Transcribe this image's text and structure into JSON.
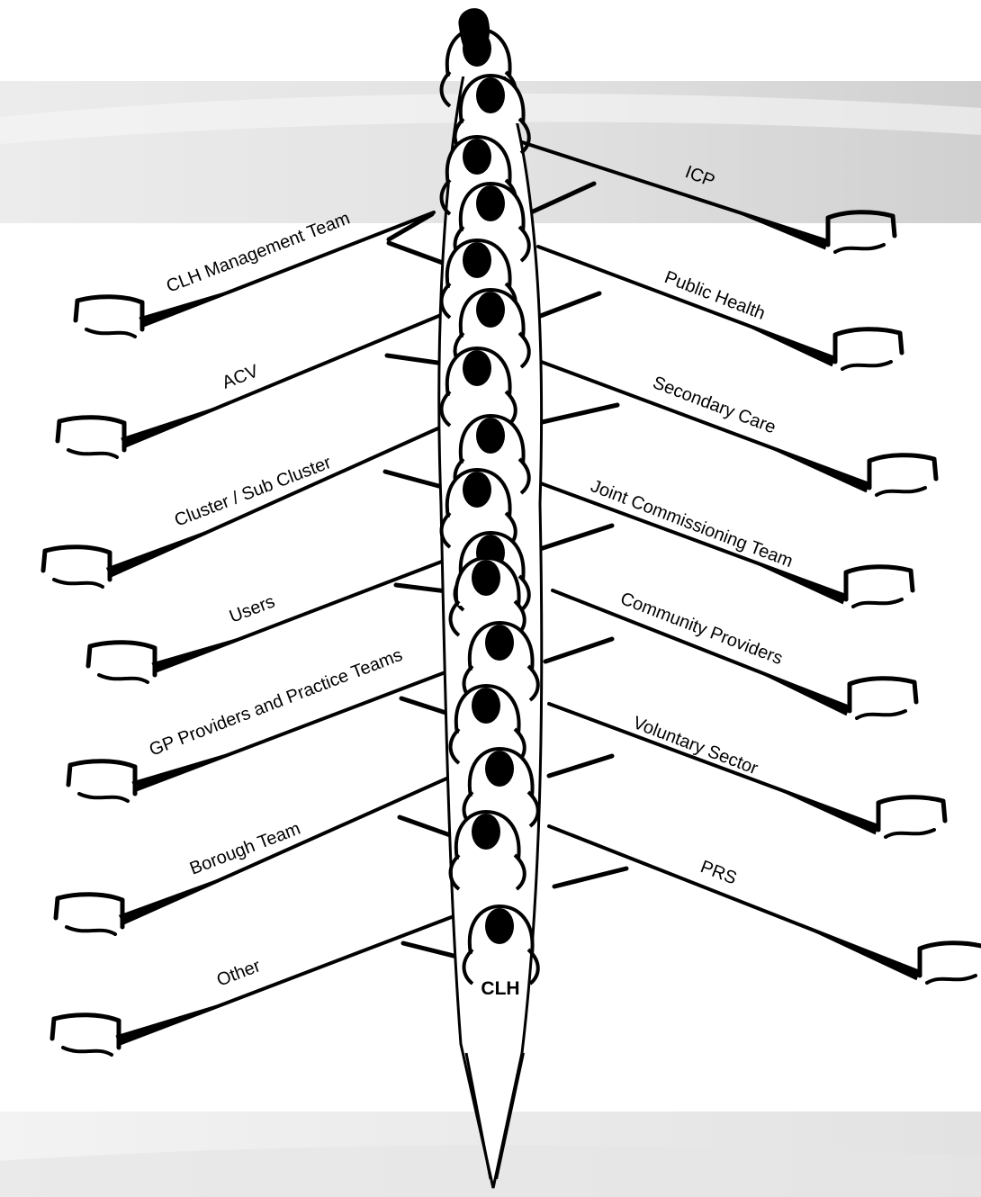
{
  "boat_label": "CLH",
  "left_oars": [
    {
      "label": "CLH Management Team"
    },
    {
      "label": "ACV"
    },
    {
      "label": "Cluster / Sub Cluster"
    },
    {
      "label": "Users"
    },
    {
      "label": "GP Providers and Practice Teams"
    },
    {
      "label": "Borough Team"
    },
    {
      "label": "Other"
    }
  ],
  "right_oars": [
    {
      "label": "ICP"
    },
    {
      "label": "Public Health"
    },
    {
      "label": "Secondary Care"
    },
    {
      "label": "Joint Commissioning Team"
    },
    {
      "label": "Community Providers"
    },
    {
      "label": "Voluntary Sector"
    },
    {
      "label": "PRS"
    }
  ],
  "colors": {
    "ink": "#000000",
    "boat_fill": "#ffffff",
    "band_light": "#f2f2f2",
    "band_dark": "#d6d6d6"
  }
}
